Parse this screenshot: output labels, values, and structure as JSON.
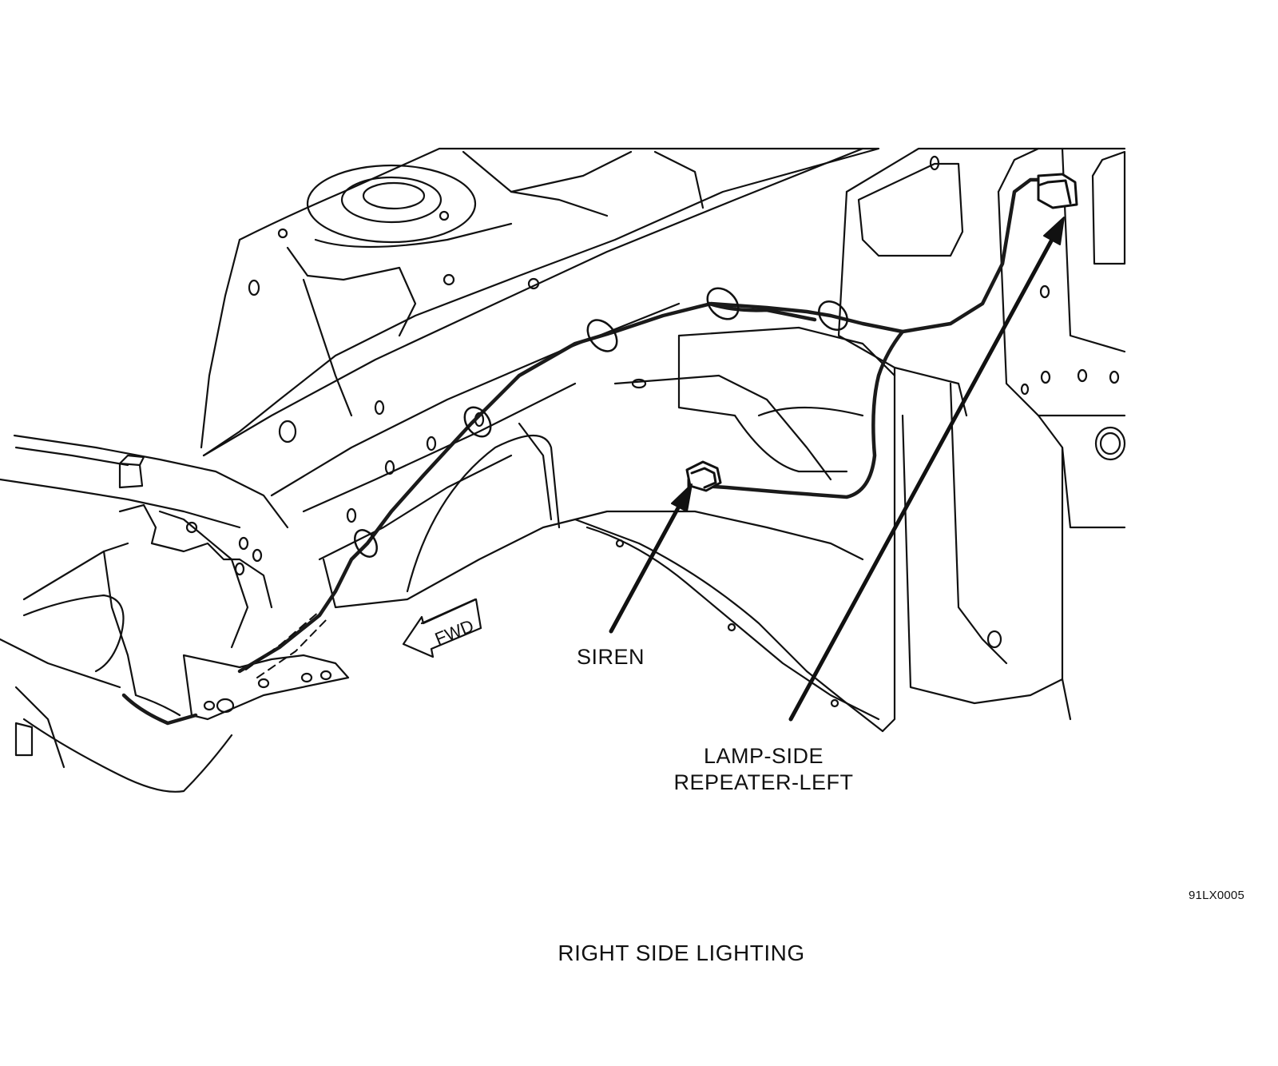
{
  "labels": {
    "siren": "SIREN",
    "lamp_line1": "LAMP-SIDE",
    "lamp_line2": "REPEATER-LEFT",
    "fwd": "FWD",
    "caption": "RIGHT SIDE LIGHTING",
    "figure_id": "91LX0005"
  },
  "colors": {
    "line": "#111111",
    "background": "#ffffff",
    "harness": "#1a1a1a"
  }
}
